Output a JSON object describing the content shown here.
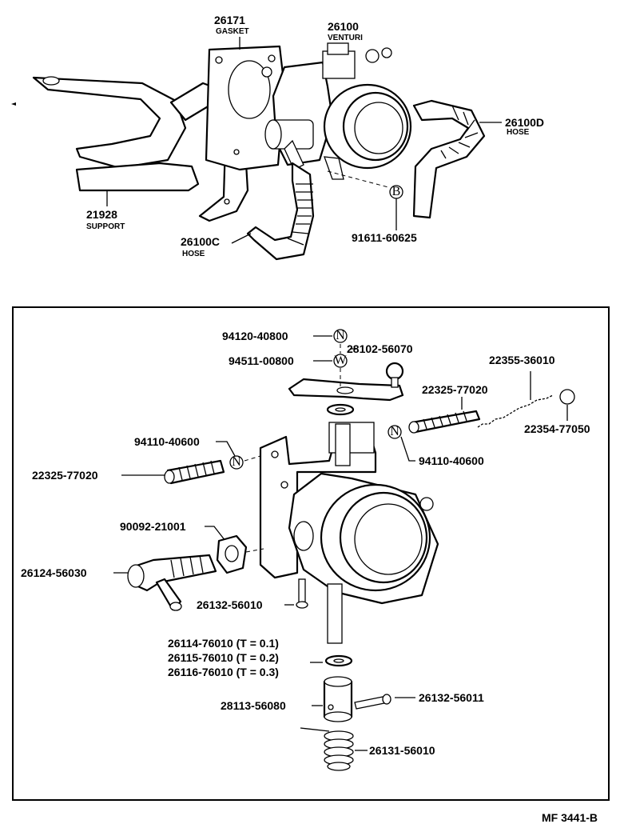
{
  "labels": {
    "gasket_part": "26171",
    "gasket_name": "GASKET",
    "venturi_part": "26100",
    "venturi_name": "VENTURI",
    "hose_d_part": "26100D",
    "hose_d_name": "HOSE",
    "support_part": "21928",
    "support_name": "SUPPORT",
    "hose_c_part": "26100C",
    "hose_c_name": "HOSE",
    "washer_bolt_part": "91611-60625",
    "top_nut": "94120-40800",
    "top_washer": "94511-00800",
    "ball_lever": "28102-56070",
    "chain_link": "22355-36010",
    "spring_right": "22325-77020",
    "end_cap": "22354-77050",
    "nut_left": "94110-40600",
    "nut_right": "94110-40600",
    "screw_left": "22325-77020",
    "nut_hex": "90092-21001",
    "adjust_screw": "26124-56030",
    "small_pin": "26132-56010",
    "shim_1": "26114-76010 (T = 0.1)",
    "shim_2": "26115-76010 (T = 0.2)",
    "shim_3": "26116-76010 (T = 0.3)",
    "sleeve": "28113-56080",
    "pin_right": "26132-56011",
    "coil_spring": "26131-56010",
    "figure_code": "MF 3441-B"
  },
  "symbols": {
    "nut": "N",
    "washer": "W",
    "bolt": "B"
  }
}
